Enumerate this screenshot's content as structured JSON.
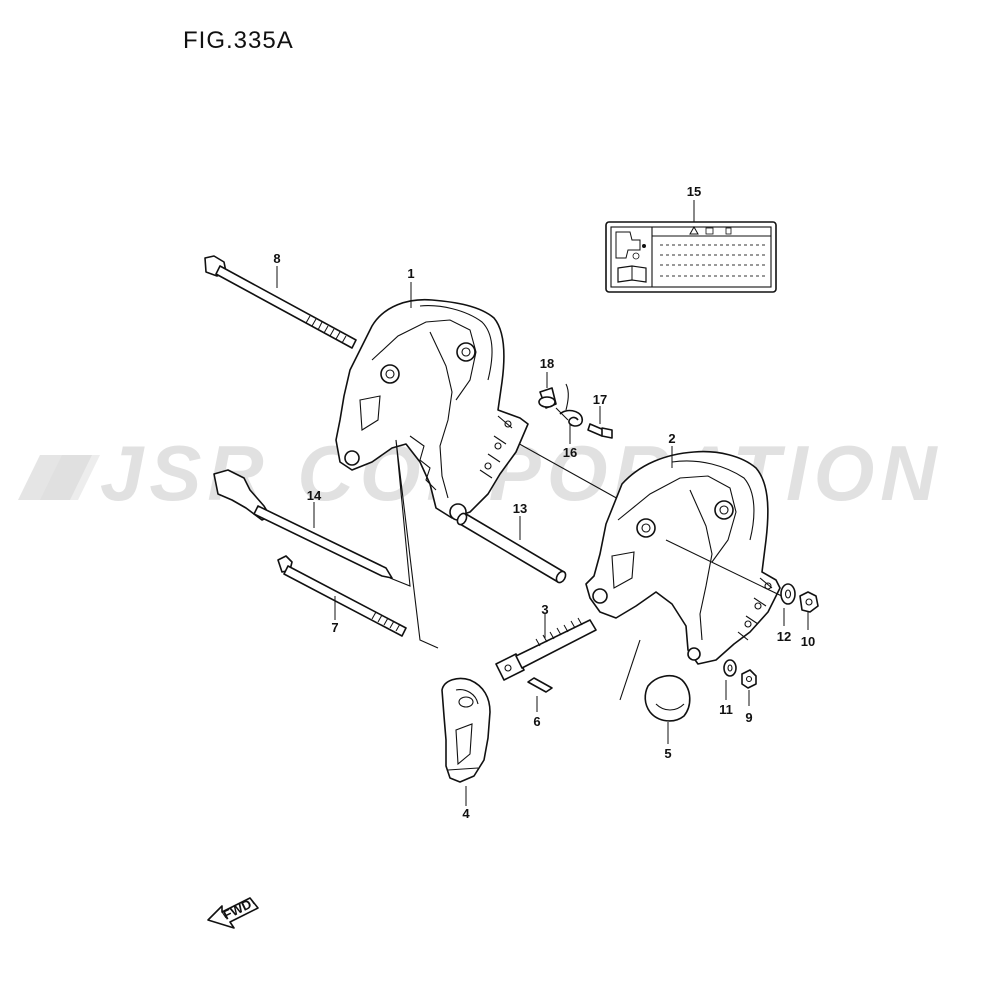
{
  "figure": {
    "title": "FIG.335A"
  },
  "watermark": {
    "text": "JSR CORPORATION"
  },
  "callouts": [
    {
      "id": "c1",
      "label": "1"
    },
    {
      "id": "c2",
      "label": "2"
    },
    {
      "id": "c3",
      "label": "3"
    },
    {
      "id": "c4",
      "label": "4"
    },
    {
      "id": "c5",
      "label": "5"
    },
    {
      "id": "c6",
      "label": "6"
    },
    {
      "id": "c7",
      "label": "7"
    },
    {
      "id": "c8",
      "label": "8"
    },
    {
      "id": "c9",
      "label": "9"
    },
    {
      "id": "c10",
      "label": "10"
    },
    {
      "id": "c11",
      "label": "11"
    },
    {
      "id": "c12",
      "label": "12"
    },
    {
      "id": "c13",
      "label": "13"
    },
    {
      "id": "c14",
      "label": "14"
    },
    {
      "id": "c15",
      "label": "15"
    },
    {
      "id": "c16",
      "label": "16"
    },
    {
      "id": "c17",
      "label": "17"
    },
    {
      "id": "c18",
      "label": "18"
    }
  ],
  "direction_arrow": {
    "label": "FWD"
  }
}
